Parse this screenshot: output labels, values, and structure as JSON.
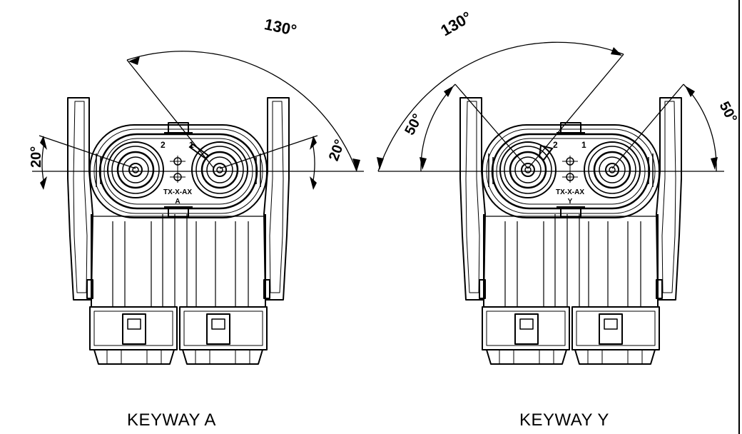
{
  "views": [
    {
      "caption": "KEYWAY A",
      "marking_line1": "TX-X-AX",
      "marking_line2": "A",
      "pin_left": "2",
      "pin_right": "1",
      "angle_top": "130°",
      "angle_left": "20°",
      "angle_right": "20°"
    },
    {
      "caption": "KEYWAY Y",
      "marking_line1": "TX-X-AX",
      "marking_line2": "Y",
      "pin_left": "2",
      "pin_right": "1",
      "angle_top": "130°",
      "angle_left": "50°",
      "angle_right": "50°"
    }
  ],
  "colors": {
    "line": "#000000",
    "background": "#ffffff"
  }
}
